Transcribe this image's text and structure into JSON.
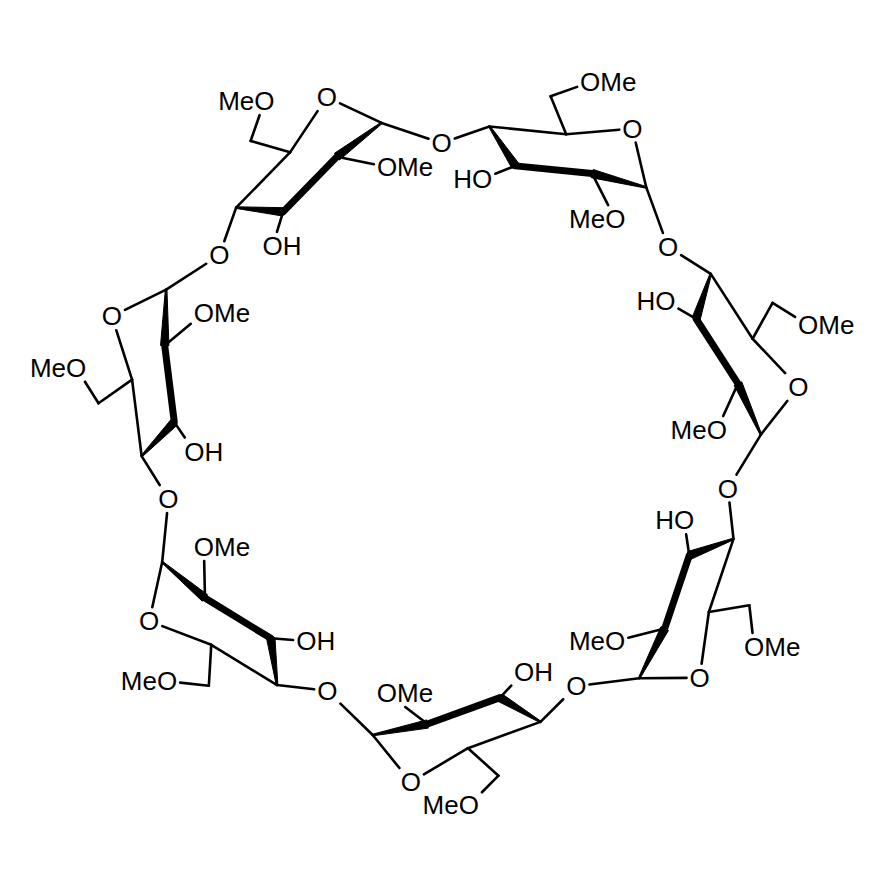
{
  "diagram": {
    "labels": [
      "O",
      "OH",
      "OMe",
      "O",
      "MeO",
      "O",
      "HO",
      "MeO",
      "O",
      "OMe",
      "O",
      "HO",
      "MeO",
      "O",
      "OMe",
      "O",
      "HO",
      "MeO",
      "O",
      "OMe",
      "O",
      "OH",
      "OMe",
      "O",
      "MeO",
      "O",
      "OH",
      "OMe",
      "O",
      "MeO",
      "O",
      "OH",
      "OMe",
      "O",
      "MeO"
    ]
  }
}
